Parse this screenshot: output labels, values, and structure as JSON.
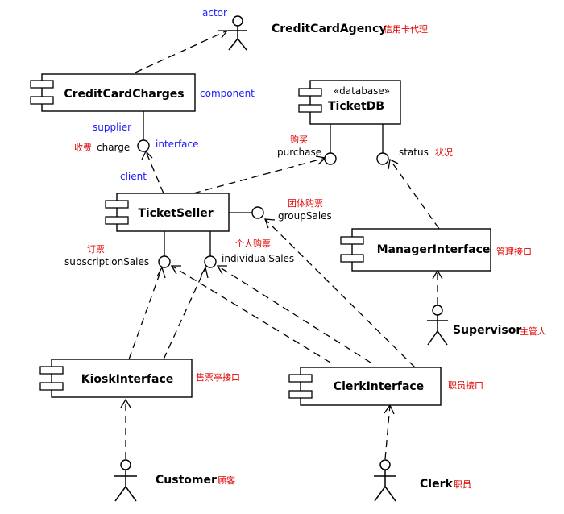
{
  "meta_labels": {
    "actor": "actor",
    "component": "component",
    "supplier": "supplier",
    "interface": "interface",
    "client": "client"
  },
  "colors": {
    "meta_label": "#1a1aff",
    "chinese_annotation": "#e00000",
    "lines": "#000000"
  },
  "components": {
    "credit_card_charges": {
      "name": "CreditCardCharges"
    },
    "ticket_db": {
      "stereotype": "«database»",
      "name": "TicketDB"
    },
    "ticket_seller": {
      "name": "TicketSeller"
    },
    "manager_interface": {
      "name": "ManagerInterface",
      "cn": "管理接口"
    },
    "kiosk_interface": {
      "name": "KioskInterface",
      "cn": "售票亭接口"
    },
    "clerk_interface": {
      "name": "ClerkInterface",
      "cn": "职员接口"
    }
  },
  "actors": {
    "credit_card_agency": {
      "name": "CreditCardAgency",
      "cn": "信用卡代理"
    },
    "supervisor": {
      "name": "Supervisor",
      "cn": "主管人"
    },
    "customer": {
      "name": "Customer",
      "cn": "顾客"
    },
    "clerk": {
      "name": "Clerk",
      "cn": "职员"
    }
  },
  "interfaces": {
    "charge": {
      "name": "charge",
      "cn": "收费"
    },
    "purchase": {
      "name": "purchase",
      "cn": "购买"
    },
    "status": {
      "name": "status",
      "cn": "状况"
    },
    "group_sales": {
      "name": "groupSales",
      "cn": "团体购票"
    },
    "subscription_sales": {
      "name": "subscriptionSales",
      "cn": "订票"
    },
    "individual_sales": {
      "name": "individualSales",
      "cn": "个人购票"
    }
  }
}
